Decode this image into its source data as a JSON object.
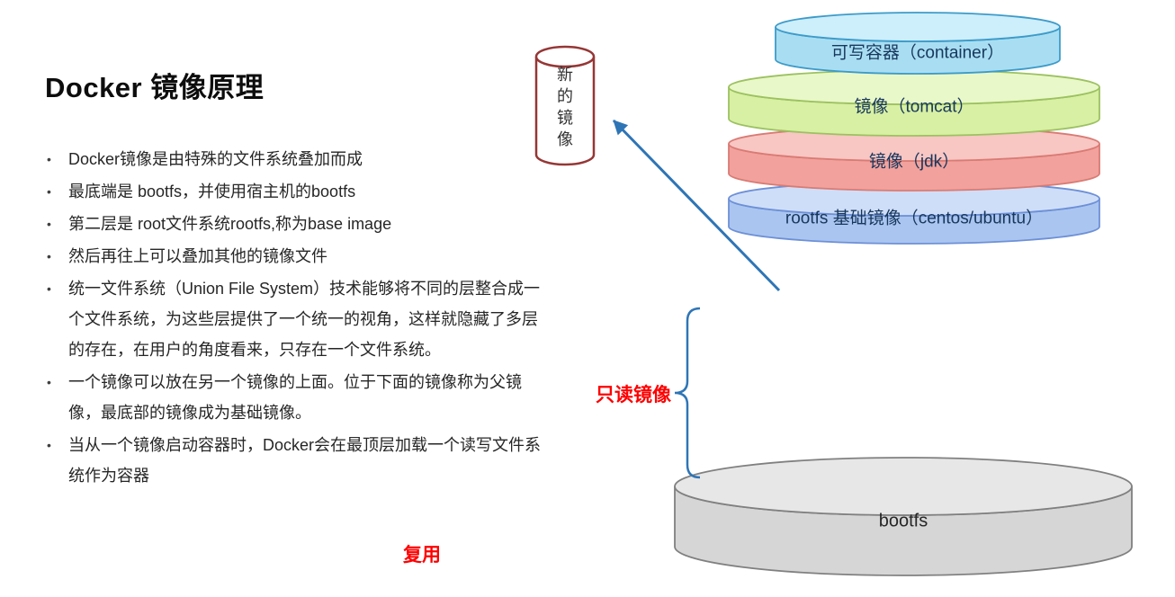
{
  "title": "Docker 镜像原理",
  "bullet_char": "•",
  "bullets": [
    "Docker镜像是由特殊的文件系统叠加而成",
    "最底端是 bootfs，并使用宿主机的bootfs",
    "第二层是 root文件系统rootfs,称为base image",
    "然后再往上可以叠加其他的镜像文件",
    "统一文件系统（Union File System）技术能够将不同的层整合成一个文件系统，为这些层提供了一个统一的视角，这样就隐藏了多层的存在，在用户的角度看来，只存在一个文件系统。",
    "一个镜像可以放在另一个镜像的上面。位于下面的镜像称为父镜像，最底部的镜像成为基础镜像。",
    "当从一个镜像启动容器时，Docker会在最顶层加载一个读写文件系统作为容器"
  ],
  "annotations": {
    "reuse": "复用",
    "readonly": "只读镜像",
    "new_image": "新的镜像"
  },
  "stack": {
    "layers": [
      {
        "label": "可写容器（container）",
        "fill": "#a9def2",
        "top_fill": "#cdeefb",
        "stroke": "#3d9bc9"
      },
      {
        "label": "镜像（tomcat）",
        "fill": "#d8f0a3",
        "top_fill": "#e9f8c8",
        "stroke": "#9cc161"
      },
      {
        "label": "镜像（jdk）",
        "fill": "#f2a19c",
        "top_fill": "#f8c6c3",
        "stroke": "#d97b74"
      },
      {
        "label": "rootfs 基础镜像（centos/ubuntu）",
        "fill": "#aac5f0",
        "top_fill": "#cfdef8",
        "stroke": "#6d90d7"
      }
    ],
    "bootfs": {
      "label": "bootfs",
      "fill": "#d6d6d6",
      "top_fill": "#e7e7e7",
      "stroke": "#808080"
    }
  },
  "colors": {
    "connector_blue": "#2e75b6",
    "annotation_red": "#ff0000",
    "new_image_stroke": "#953735",
    "label_navy": "#17375d"
  }
}
